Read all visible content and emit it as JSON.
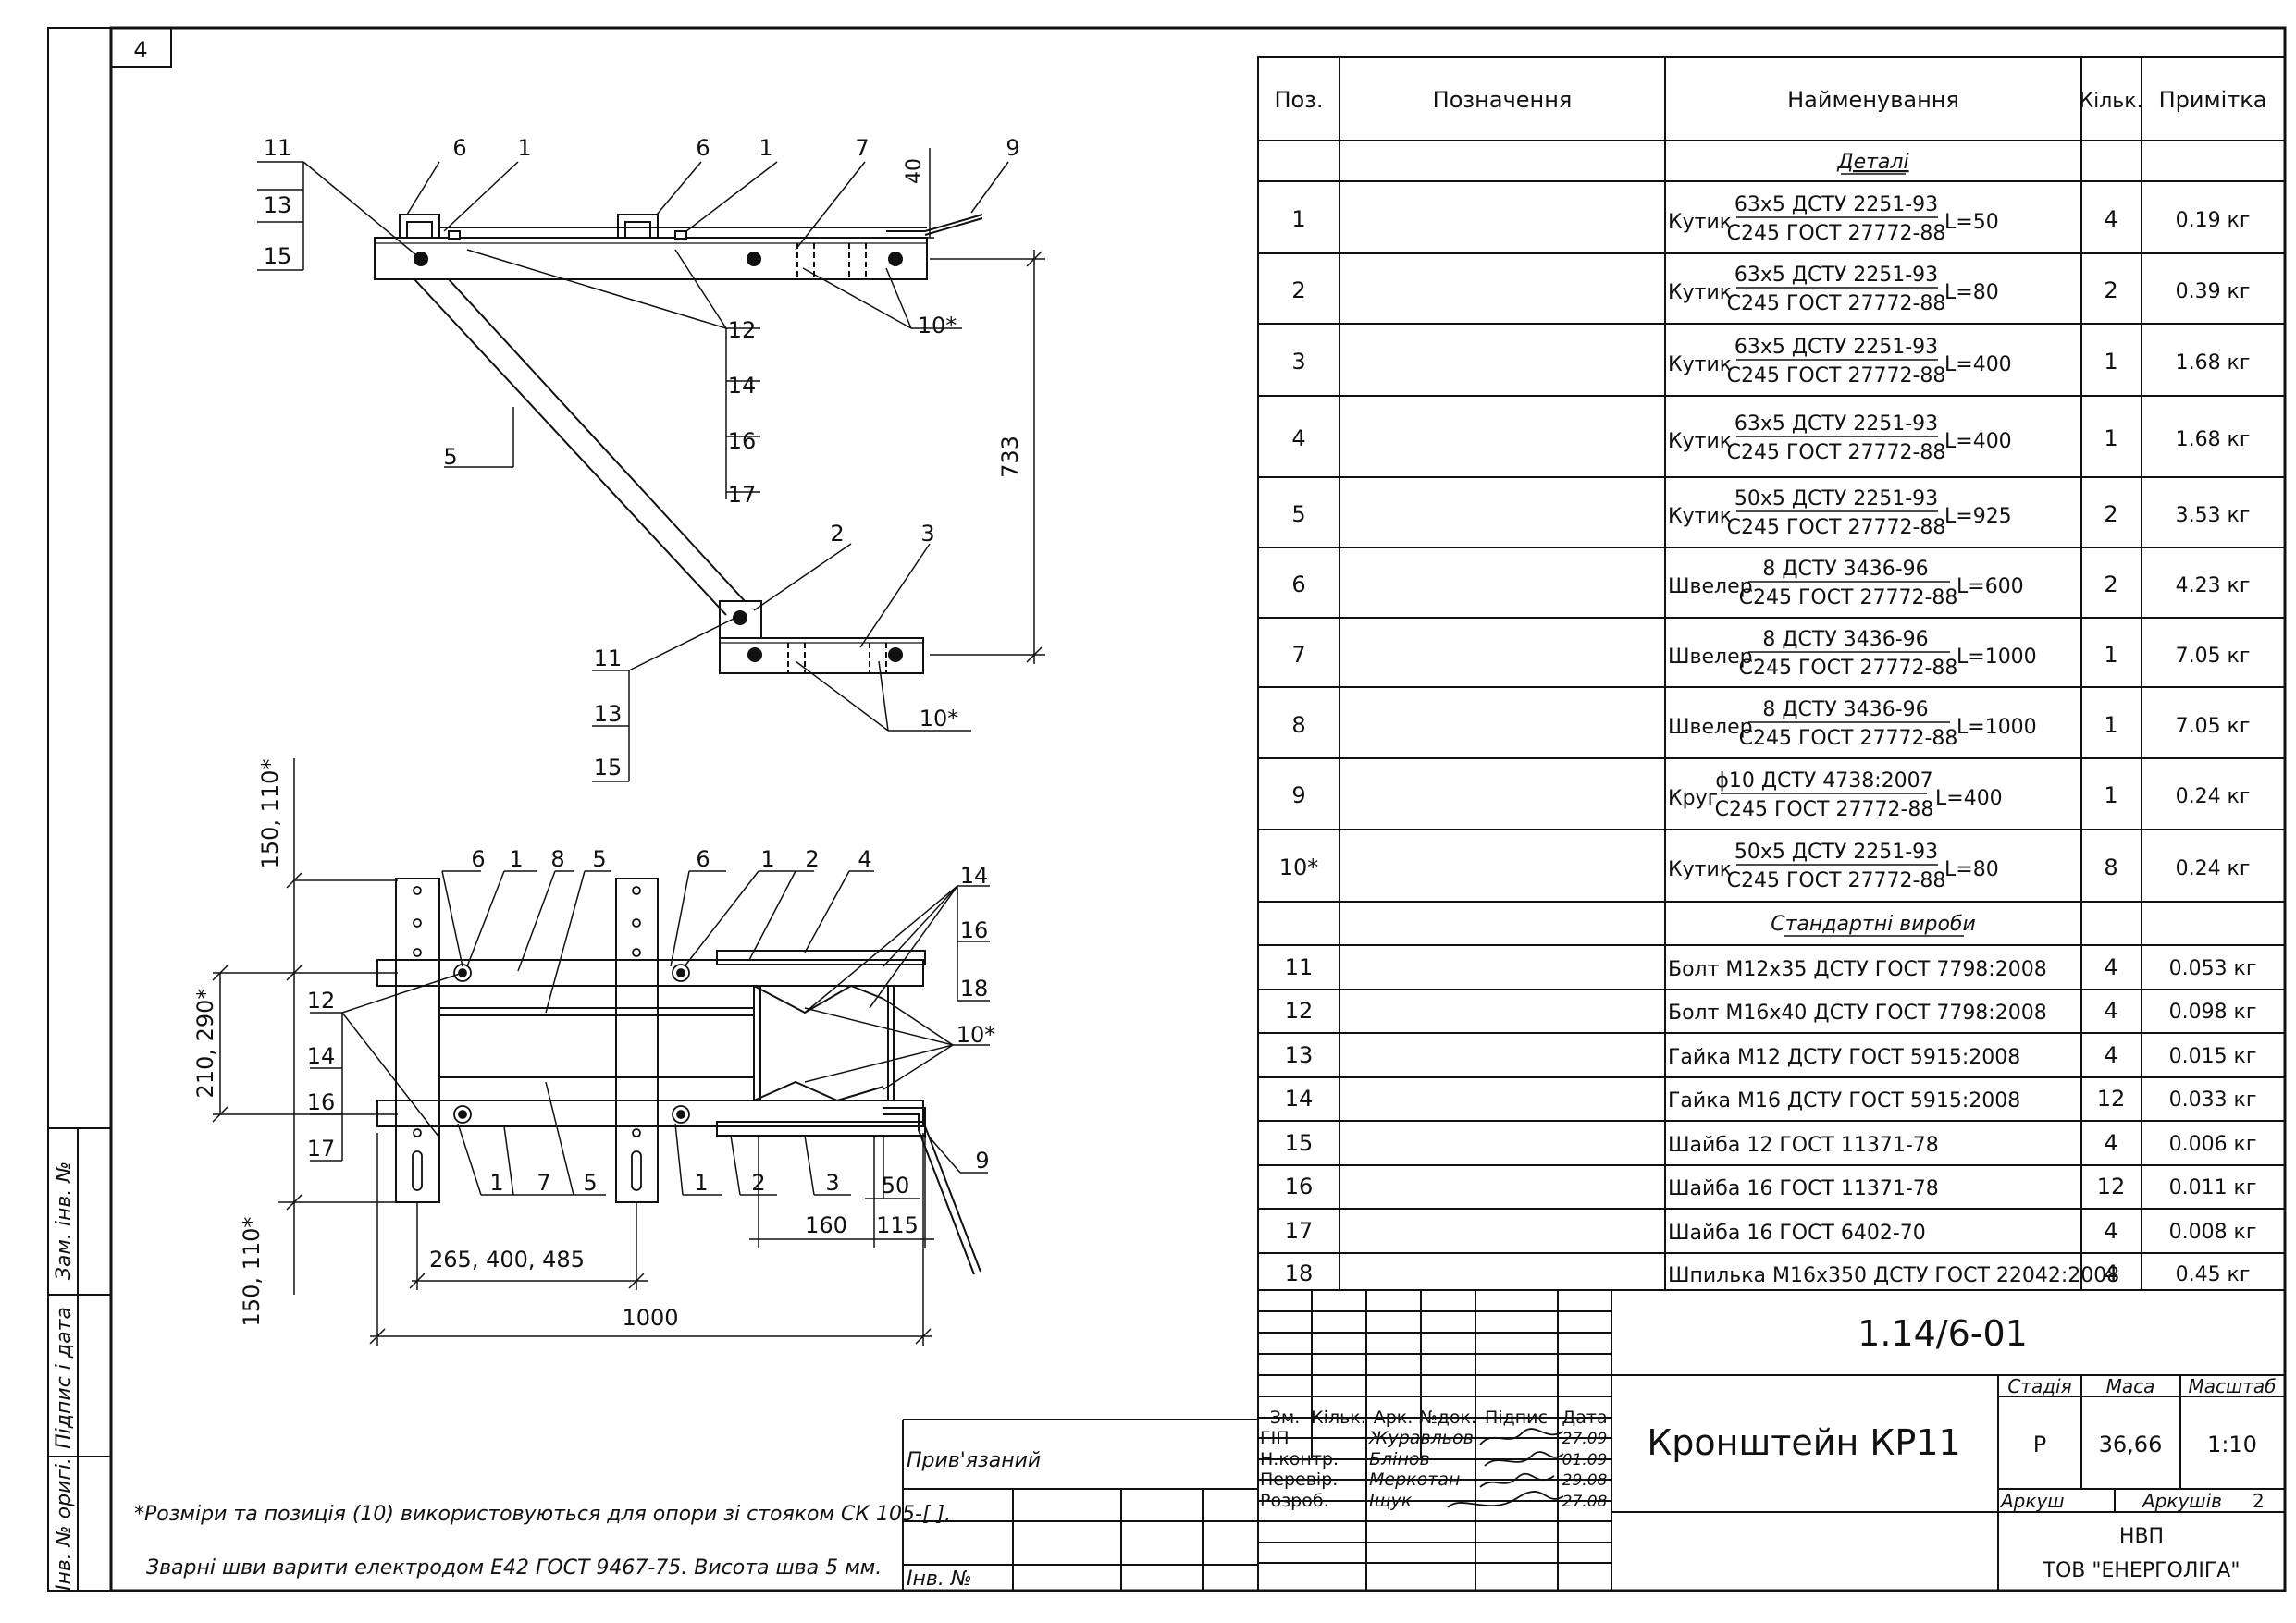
{
  "sheet": {
    "page_number": "4"
  },
  "spec_table": {
    "headers": {
      "pos": "Поз.",
      "designation": "Позначення",
      "name": "Найменування",
      "qty": "Кільк.",
      "note": "Примітка"
    },
    "sections": {
      "details": "Деталі",
      "standard": "Стандартні вироби"
    },
    "details": [
      {
        "pos": "1",
        "prefix": "Кутик",
        "num": "63х5 ДСТУ 2251-93",
        "den": "С245 ГОСТ 27772-88",
        "len": "L=50",
        "qty": "4",
        "mass": "0.19 кг"
      },
      {
        "pos": "2",
        "prefix": "Кутик",
        "num": "63х5 ДСТУ 2251-93",
        "den": "С245 ГОСТ 27772-88",
        "len": "L=80",
        "qty": "2",
        "mass": "0.39 кг"
      },
      {
        "pos": "3",
        "prefix": "Кутик",
        "num": "63х5 ДСТУ 2251-93",
        "den": "С245 ГОСТ 27772-88",
        "len": "L=400",
        "qty": "1",
        "mass": "1.68 кг"
      },
      {
        "pos": "4",
        "prefix": "Кутик",
        "num": "63х5 ДСТУ 2251-93",
        "den": "С245 ГОСТ 27772-88",
        "len": "L=400",
        "qty": "1",
        "mass": "1.68 кг"
      },
      {
        "pos": "5",
        "prefix": "Кутик",
        "num": "50х5 ДСТУ 2251-93",
        "den": "С245 ГОСТ 27772-88",
        "len": "L=925",
        "qty": "2",
        "mass": "3.53 кг"
      },
      {
        "pos": "6",
        "prefix": "Швелер",
        "num": "8 ДСТУ 3436-96",
        "den": "С245 ГОСТ 27772-88",
        "len": "L=600",
        "qty": "2",
        "mass": "4.23 кг"
      },
      {
        "pos": "7",
        "prefix": "Швелер",
        "num": "8 ДСТУ 3436-96",
        "den": "С245 ГОСТ 27772-88",
        "len": "L=1000",
        "qty": "1",
        "mass": "7.05 кг"
      },
      {
        "pos": "8",
        "prefix": "Швелер",
        "num": "8 ДСТУ 3436-96",
        "den": "С245 ГОСТ 27772-88",
        "len": "L=1000",
        "qty": "1",
        "mass": "7.05 кг"
      },
      {
        "pos": "9",
        "prefix": "Круг",
        "num": "ϕ10 ДСТУ 4738:2007",
        "den": "С245 ГОСТ 27772-88",
        "len": "L=400",
        "qty": "1",
        "mass": "0.24 кг"
      },
      {
        "pos": "10*",
        "prefix": "Кутик",
        "num": "50х5 ДСТУ 2251-93",
        "den": "С245 ГОСТ 27772-88",
        "len": "L=80",
        "qty": "8",
        "mass": "0.24 кг"
      }
    ],
    "standard": [
      {
        "pos": "11",
        "name": "Болт М12х35 ДСТУ ГОСТ 7798:2008",
        "qty": "4",
        "mass": "0.053 кг"
      },
      {
        "pos": "12",
        "name": "Болт М16х40 ДСТУ ГОСТ 7798:2008",
        "qty": "4",
        "mass": "0.098 кг"
      },
      {
        "pos": "13",
        "name": "Гайка М12 ДСТУ ГОСТ 5915:2008",
        "qty": "4",
        "mass": "0.015 кг"
      },
      {
        "pos": "14",
        "name": "Гайка М16 ДСТУ ГОСТ 5915:2008",
        "qty": "12",
        "mass": "0.033 кг"
      },
      {
        "pos": "15",
        "name": "Шайба 12 ГОСТ 11371-78",
        "qty": "4",
        "mass": "0.006 кг"
      },
      {
        "pos": "16",
        "name": "Шайба 16 ГОСТ 11371-78",
        "qty": "12",
        "mass": "0.011 кг"
      },
      {
        "pos": "17",
        "name": "Шайба 16 ГОСТ 6402-70",
        "qty": "4",
        "mass": "0.008 кг"
      },
      {
        "pos": "18",
        "name": "Шпилька М16х350 ДСТУ ГОСТ 22042:2008",
        "qty": "4",
        "mass": "0.45 кг"
      }
    ]
  },
  "title_block": {
    "doc_code": "1.14/6-01",
    "title": "Кронштейн КР11",
    "cols": {
      "change": "Зм.",
      "count": "Кільк.",
      "sheet": "Арк.",
      "doc_no": "№док.",
      "signature": "Підпис",
      "date": "Дата"
    },
    "roles": [
      {
        "role": "ГІП",
        "name": "Журавльов",
        "date": "27.09"
      },
      {
        "role": "Н.контр.",
        "name": "Блінов",
        "date": "01.09"
      },
      {
        "role": "Перевір.",
        "name": "Меркотан",
        "date": "29.08"
      },
      {
        "role": "Розроб.",
        "name": "Іщук",
        "date": "27.08"
      }
    ],
    "stage_label": "Стадія",
    "mass_label": "Маса",
    "scale_label": "Масштаб",
    "stage": "Р",
    "mass": "36,66",
    "scale": "1:10",
    "sheet_label": "Аркуш",
    "sheets_label": "Аркушів",
    "sheets_count": "2",
    "org_line1": "НВП",
    "org_line2": "ТОВ \"ЕНЕРГОЛІГА\""
  },
  "binding_block": {
    "attached": "Прив'язаний",
    "inv_no": "Інв. №"
  },
  "margin_stamp": {
    "inv_orig": "Інв. № оригі.",
    "signature_date": "Підпис і дата",
    "replace_inv": "Зам. інв. №"
  },
  "notes": [
    "*Розміри та позиція (10) використовуються для опори зі стояком СК 105-[  ].",
    "Зварні шви варити електродом Е42 ГОСТ 9467-75. Висота шва 5 мм."
  ],
  "drawing": {
    "side_view": {
      "callouts_top": [
        "11",
        "13",
        "15",
        "6",
        "1",
        "6",
        "1",
        "7",
        "9",
        "12",
        "14",
        "16",
        "17",
        "10*",
        "5"
      ],
      "callouts_bottom": [
        "2",
        "3",
        "11",
        "13",
        "15",
        "10*"
      ],
      "dims": {
        "height": "733",
        "offset": "40"
      }
    },
    "plan_view": {
      "callouts": [
        "6",
        "1",
        "8",
        "5",
        "6",
        "1",
        "2",
        "4",
        "14",
        "16",
        "18",
        "12",
        "14",
        "16",
        "17",
        "10*",
        "1",
        "7",
        "5",
        "1",
        "2",
        "3",
        "9"
      ],
      "dims": {
        "top_v": "150, 110*",
        "mid_v": "210, 290*",
        "bot_v": "150, 110*",
        "inner_h": "265, 400, 485",
        "overall_h": "1000",
        "d50": "50",
        "d160": "160",
        "d115": "115"
      }
    }
  }
}
